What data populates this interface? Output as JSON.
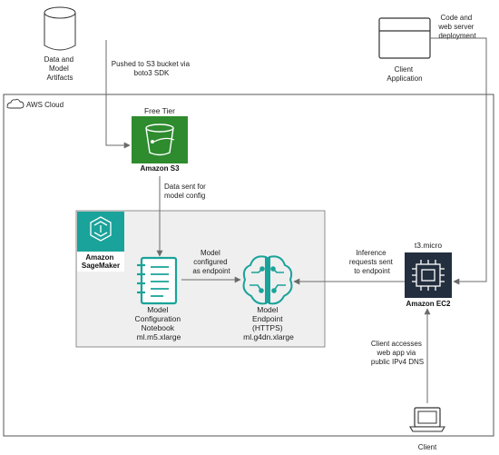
{
  "top": {
    "data_artifacts": [
      "Data and",
      "Model",
      "Artifacts"
    ],
    "push_note": [
      "Pushed to S3 bucket via",
      "boto3 SDK"
    ],
    "deploy_note": [
      "Code and",
      "web server",
      "deployment"
    ],
    "client_app": [
      "Client",
      "Application"
    ]
  },
  "cloud": {
    "label": "AWS Cloud",
    "s3": {
      "tier": "Free Tier",
      "name": "Amazon S3"
    },
    "data_note": [
      "Data sent for",
      "model config"
    ],
    "sagemaker": [
      "Amazon",
      "SageMaker"
    ],
    "notebook": [
      "Model",
      "Configuration",
      "Notebook",
      "ml.m5.xlarge"
    ],
    "endpoint_note": [
      "Model",
      "configured",
      "as endpoint"
    ],
    "endpoint": [
      "Model",
      "Endpoint",
      "(HTTPS)",
      "ml.g4dn.xlarge"
    ],
    "inference_note": [
      "Inference",
      "requests sent",
      "to endpoint"
    ],
    "ec2": {
      "tier": "t3.micro",
      "name": "Amazon EC2"
    },
    "client_note": [
      "Client accesses",
      "web app via",
      "public IPv4 DNS"
    ]
  },
  "client": {
    "label": "Client"
  },
  "colors": {
    "s3": "#2e8b2e",
    "sagemaker_bg": "#232f3e",
    "ml": "#1aa39a",
    "ec2": "#232f3e",
    "ec2_icon": "#e8801a",
    "line": "#6b6b6b",
    "container_bg": "#efefef"
  }
}
